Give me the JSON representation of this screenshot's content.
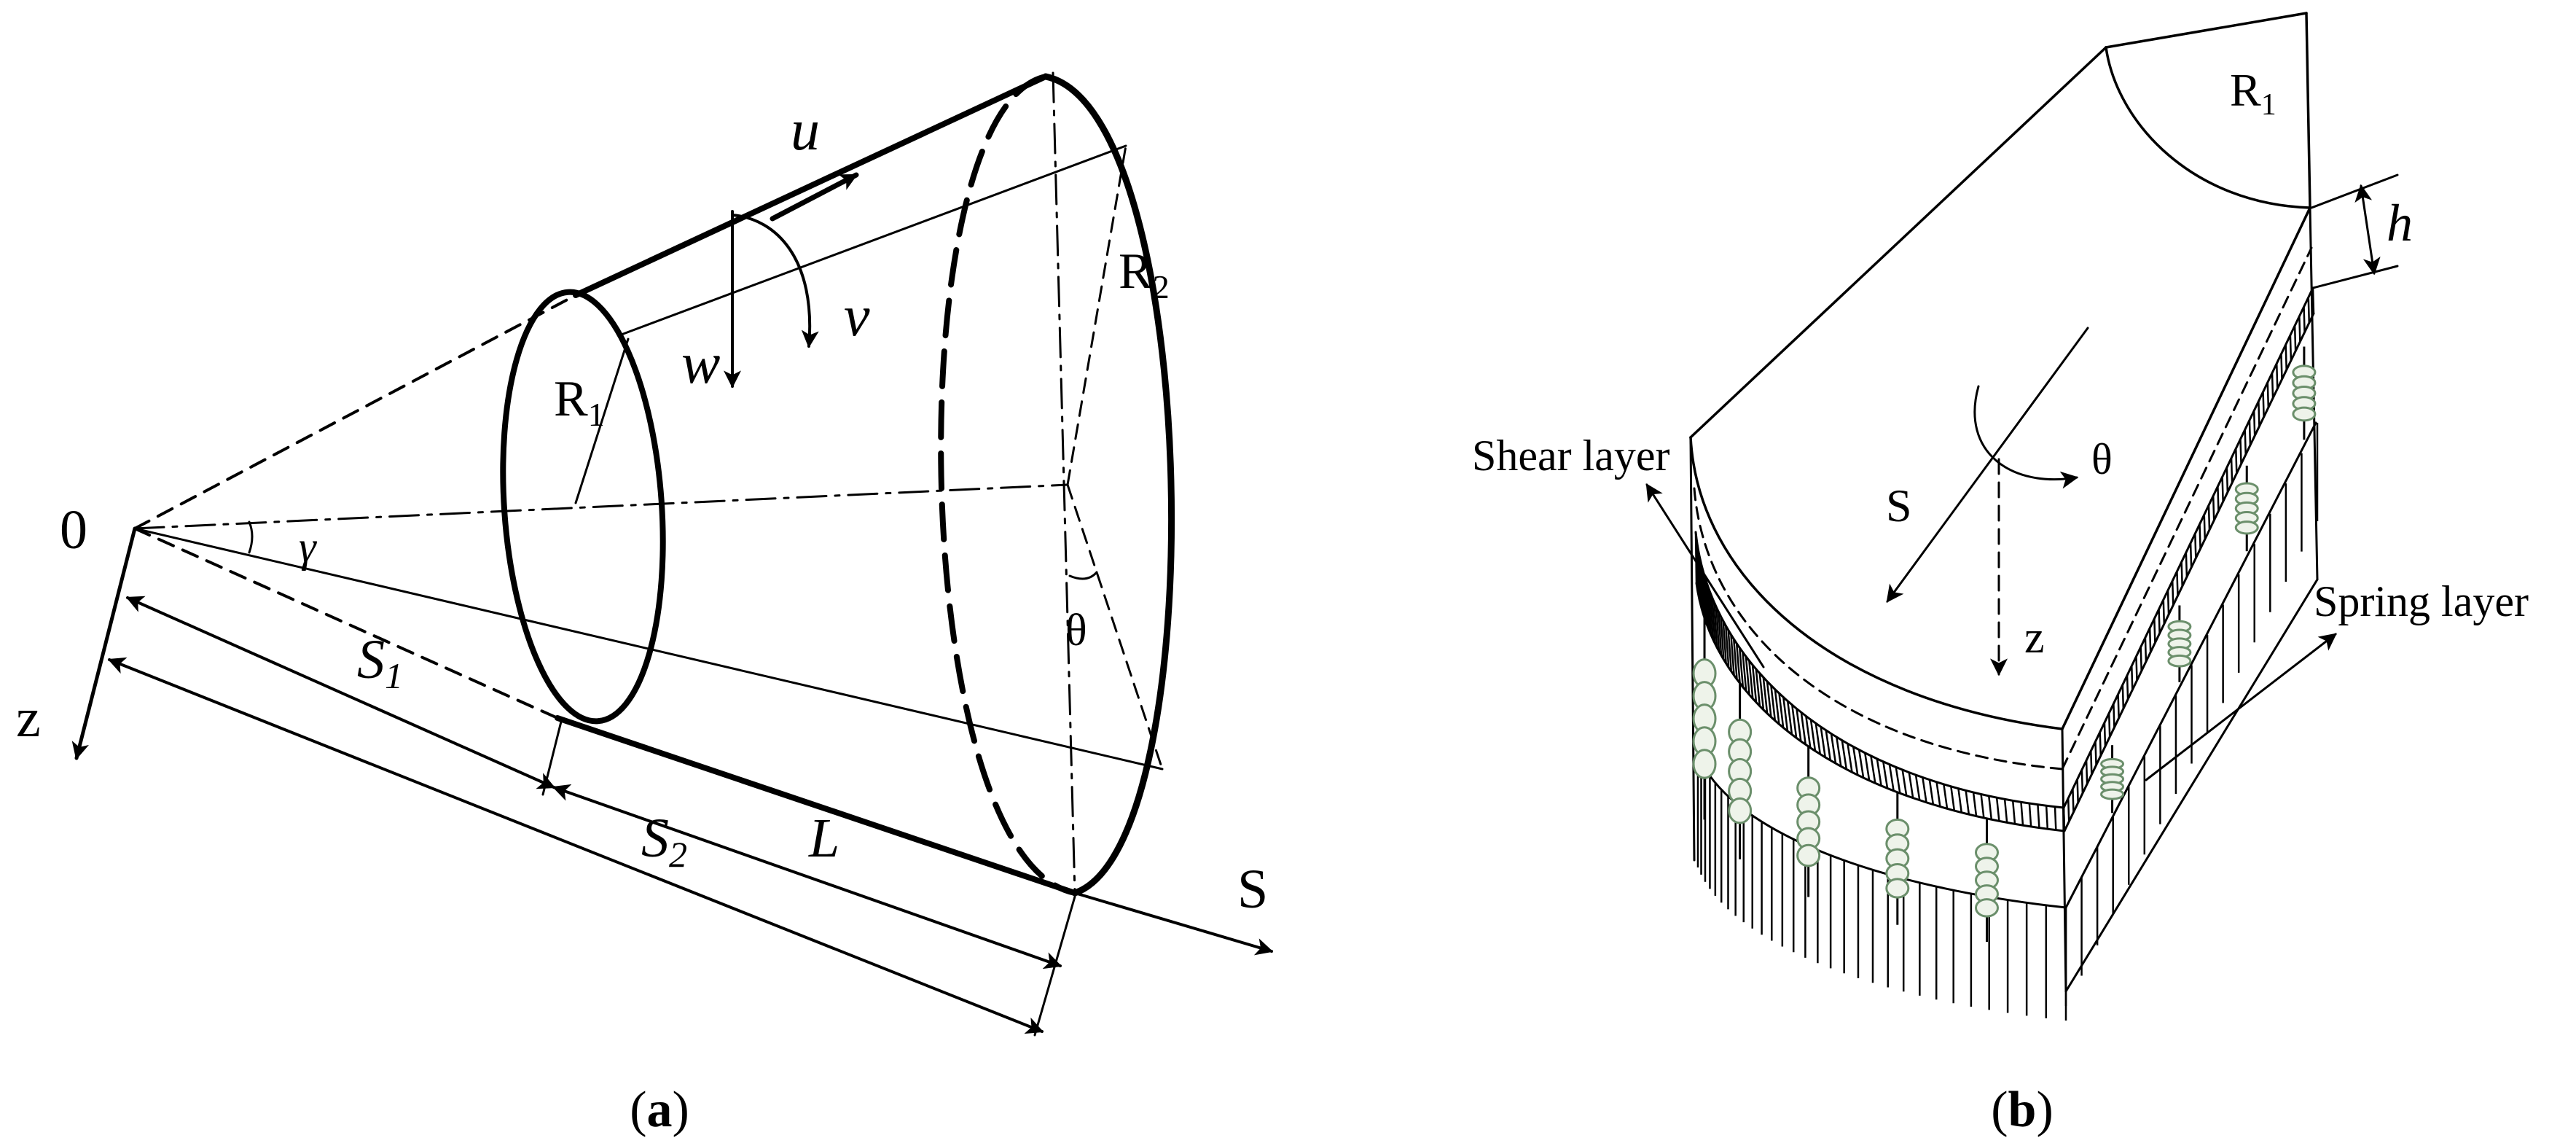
{
  "panel_a": {
    "caption_open": "(",
    "caption_letter": "a",
    "caption_close": ")",
    "origin": "0",
    "u": "u",
    "v": "v",
    "w": "w",
    "r1": "R",
    "r1_sub": "1",
    "r2": "R",
    "r2_sub": "2",
    "gamma": "γ",
    "theta": "θ",
    "z": "z",
    "s1": "S",
    "s1_sub": "1",
    "s2": "S",
    "s2_sub": "2",
    "l": "L",
    "s": "S"
  },
  "panel_b": {
    "caption_open": "(",
    "caption_letter": "b",
    "caption_close": ")",
    "r1": "R",
    "r1_sub": "1",
    "h": "h",
    "theta": "θ",
    "s": "S",
    "z": "z",
    "shear_layer": "Shear layer",
    "spring_layer": "Spring layer"
  },
  "colors": {
    "line": "#000000",
    "spring": "#6b8f6b",
    "spring_fill": "#eef3ea",
    "background": "#ffffff"
  }
}
